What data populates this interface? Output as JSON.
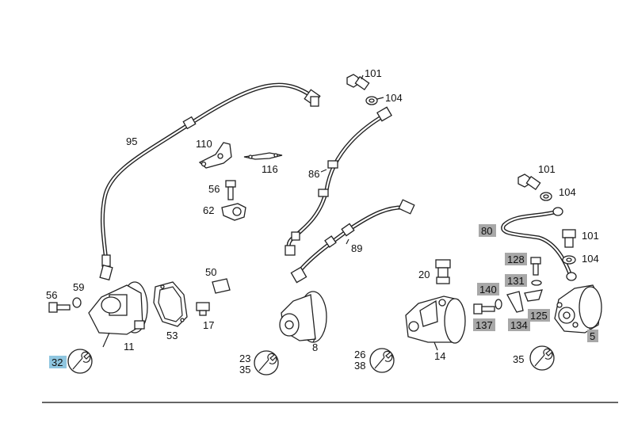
{
  "colors": {
    "highlight_grey": "#a8a8a8",
    "highlight_blue": "#8fc6e0",
    "line": "#222222"
  },
  "labels": {
    "l101a": "101",
    "l104a": "104",
    "l95": "95",
    "l110": "110",
    "l116": "116",
    "l86": "86",
    "l56a": "56",
    "l62": "62",
    "l89": "89",
    "l101b": "101",
    "l104b": "104",
    "l80": "80",
    "l101c": "101",
    "l128": "128",
    "l104c": "104",
    "l50": "50",
    "l20": "20",
    "l131": "131",
    "l56b": "56",
    "l59": "59",
    "l140": "140",
    "l17": "17",
    "l53": "53",
    "l11": "11",
    "l137": "137",
    "l134": "134",
    "l125": "125",
    "l5": "5",
    "l32": "32",
    "l23": "23",
    "l35a": "35",
    "l8": "8",
    "l26": "26",
    "l38": "38",
    "l14": "14",
    "l35b": "35"
  },
  "icons": [
    "wrench-circle-icon"
  ]
}
